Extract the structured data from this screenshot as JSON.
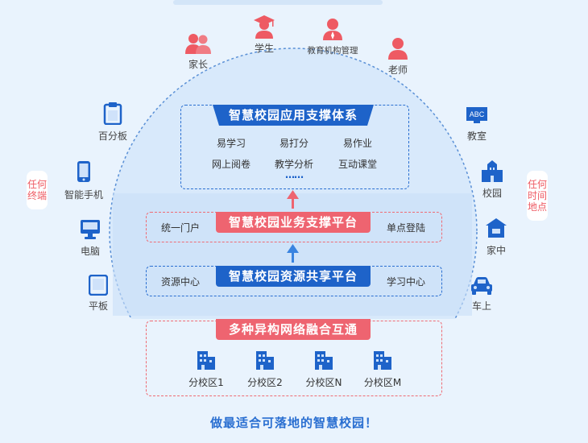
{
  "colors": {
    "blue": "#1e63c9",
    "red": "#ee6470",
    "bg": "#e9f3fd"
  },
  "users": [
    {
      "label": "家长",
      "icon": "parents-icon"
    },
    {
      "label": "学生",
      "icon": "student-icon"
    },
    {
      "label": "教育机构管理",
      "icon": "admin-icon"
    },
    {
      "label": "老师",
      "icon": "teacher-icon"
    }
  ],
  "left_terminals": [
    {
      "label": "百分板",
      "icon": "clipboard-icon"
    },
    {
      "label": "智能手机",
      "icon": "smartphone-icon"
    },
    {
      "label": "电脑",
      "icon": "computer-icon"
    },
    {
      "label": "平板",
      "icon": "tablet-icon"
    }
  ],
  "right_locations": [
    {
      "label": "教室",
      "icon": "classroom-board-icon",
      "badge": "ABC"
    },
    {
      "label": "校园",
      "icon": "campus-icon"
    },
    {
      "label": "家中",
      "icon": "home-icon"
    },
    {
      "label": "车上",
      "icon": "car-icon"
    }
  ],
  "side_badges": {
    "left": "任何终端",
    "right": "任何时间地点"
  },
  "app_system": {
    "title": "智慧校园应用支撑体系",
    "items": [
      "易学习",
      "易打分",
      "易作业",
      "网上阅卷",
      "教学分析",
      "互动课堂"
    ],
    "more": "……"
  },
  "business_platform": {
    "title": "智慧校园业务支撑平台",
    "left": "统一门户",
    "right": "单点登陆"
  },
  "resource_platform": {
    "title": "智慧校园资源共享平台",
    "left": "资源中心",
    "right": "学习中心"
  },
  "network": {
    "title": "多种异构网络融合互通",
    "campuses": [
      "分校区1",
      "分校区2",
      "分校区N",
      "分校区M"
    ]
  },
  "footer": "做最适合可落地的智慧校园！"
}
